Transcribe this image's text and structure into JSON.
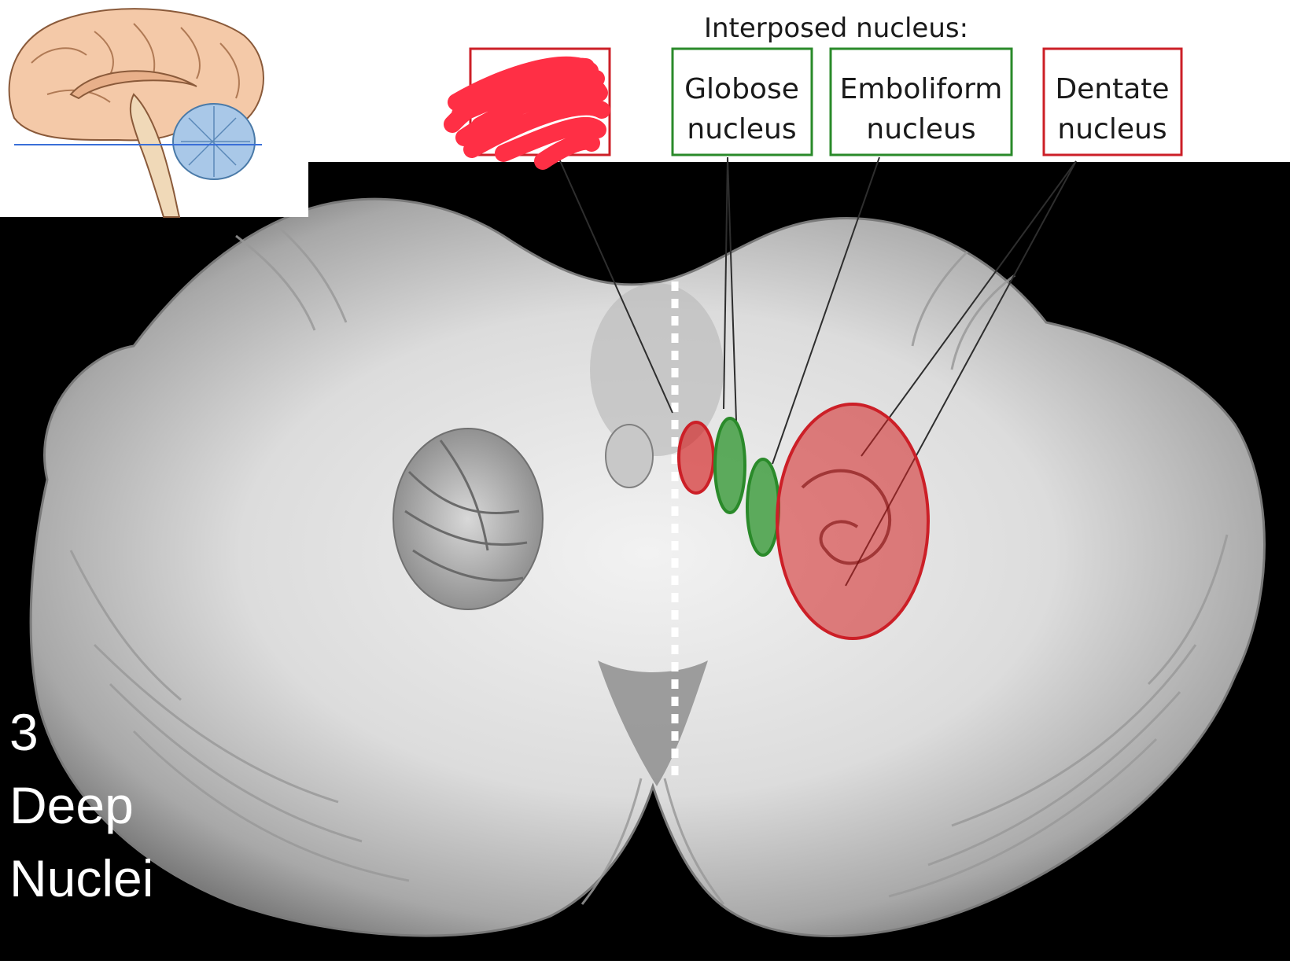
{
  "diagram": {
    "header": "Interposed nucleus:",
    "labels": {
      "globose": [
        "Globose",
        "nucleus"
      ],
      "emboliform": [
        "Emboliform",
        "nucleus"
      ],
      "dentate": [
        "Dentate",
        "nucleus"
      ]
    },
    "caption": [
      "3",
      "Deep",
      "Nuclei"
    ]
  },
  "colors": {
    "red_box": "#cc1f27",
    "green_box": "#2a8a2a",
    "scribble": "#ff2f45",
    "red_fill": "#d42020",
    "green_fill": "#1f8f1f",
    "background": "#000000",
    "inset_brain": "#f4c9a8",
    "inset_cerebellum": "#a9c8e8",
    "axis_line": "#3a6fd8"
  }
}
